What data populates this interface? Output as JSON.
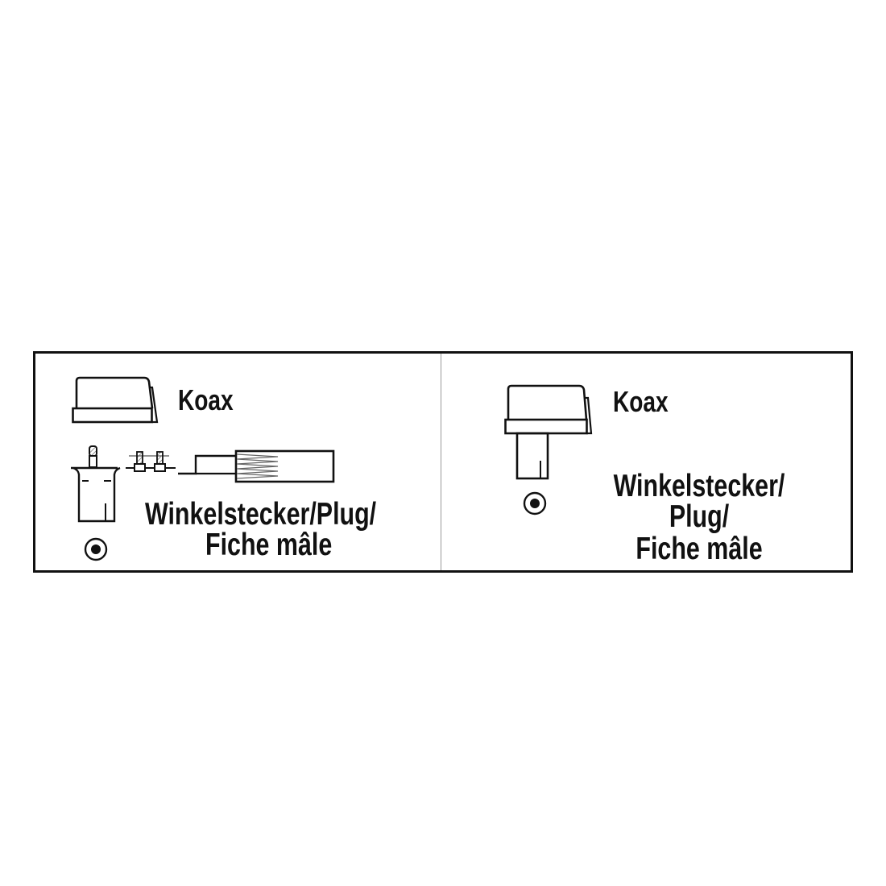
{
  "diagram": {
    "colors": {
      "stroke": "#111111",
      "divider": "#9a9a9a",
      "background": "#ffffff"
    },
    "left_panel": {
      "connector_type_label": "Koax",
      "plug_label_line1": "Winkelstecker/Plug/",
      "plug_label_line2": "Fiche mâle",
      "icons": [
        "connector-cap-icon",
        "angled-plug-body-icon",
        "screw-pins-icon",
        "coax-cable-icon",
        "male-socket-symbol-icon"
      ]
    },
    "right_panel": {
      "connector_type_label": "Koax",
      "plug_label_line1": "Winkelstecker/",
      "plug_label_line2": "Plug/",
      "plug_label_line3": "Fiche mâle",
      "icons": [
        "assembled-angled-plug-icon",
        "male-socket-symbol-icon"
      ]
    }
  }
}
